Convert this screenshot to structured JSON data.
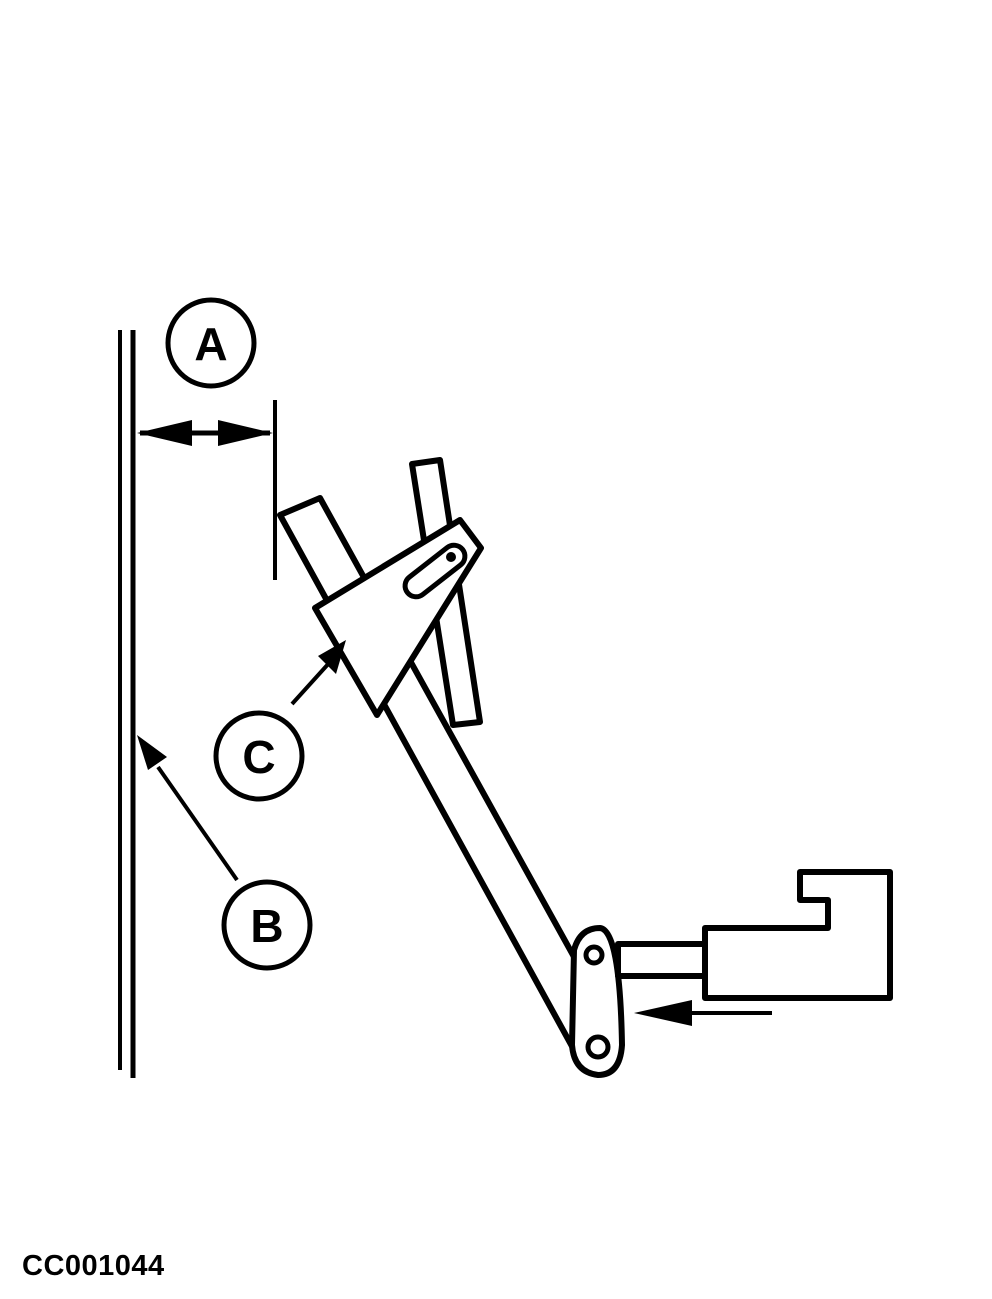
{
  "callouts": {
    "a": "A",
    "b": "B",
    "c": "C"
  },
  "figure_code": "CC001044",
  "colors": {
    "line": "#000000",
    "background": "#ffffff"
  }
}
